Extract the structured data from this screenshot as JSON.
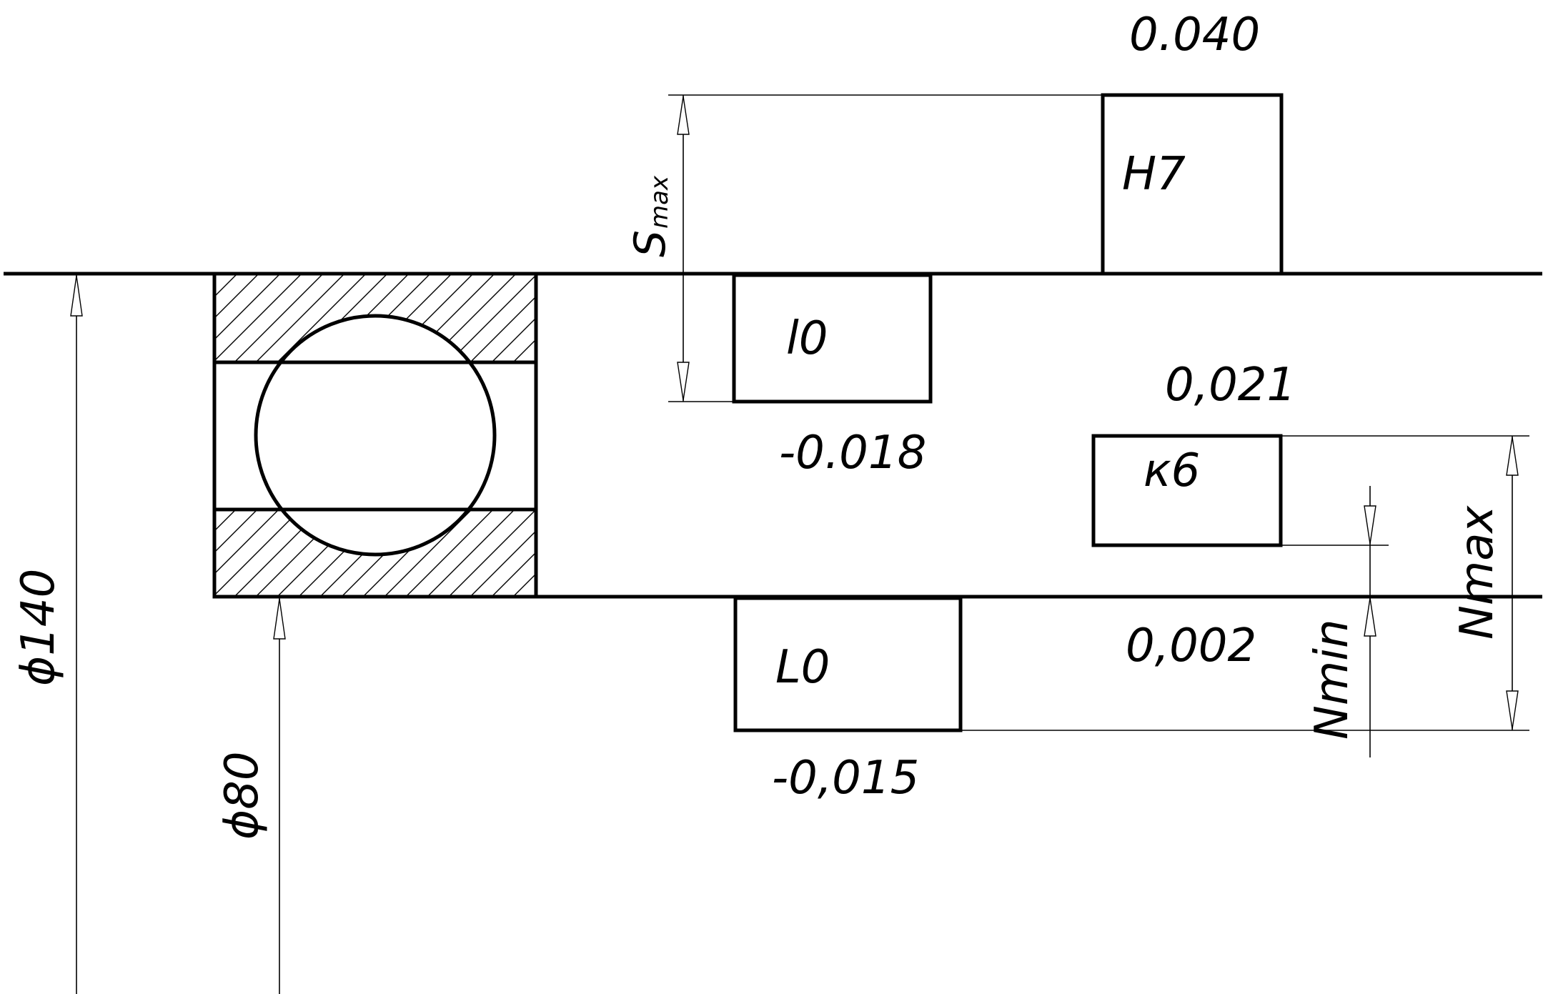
{
  "labels": {
    "h7_upper": "0.040",
    "h7": "H7",
    "smax_main": "S",
    "smax_sub": "max",
    "l0_upper_box": "l0",
    "l0_upper_lower": "-0.018",
    "k6_upper": "0,021",
    "k6": "к6",
    "k6_lower": "0,002",
    "l0_lower_box": "L0",
    "l0_lower_lower": "-0,015",
    "nmin": "Nmin",
    "nmax": "Nmax",
    "d140": "ϕ140",
    "d80": "ϕ80"
  }
}
